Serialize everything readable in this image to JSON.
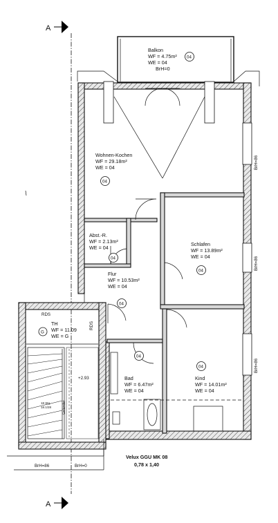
{
  "section_marker": {
    "letter": "A"
  },
  "rooms": [
    {
      "id": "balkon",
      "name": "Balkon",
      "wf": "WF = 4.75m²",
      "we": "WE = 04",
      "extra": "BrH=0",
      "tag": "04"
    },
    {
      "id": "wohnen",
      "name": "Wohnen-Kochen",
      "wf": "WF = 29.18m²",
      "we": "WE = 04",
      "tag": "04"
    },
    {
      "id": "abst",
      "name": "Abst.-R.",
      "wf": "WF = 2.13m²",
      "we": "WE = 04",
      "tag": "04"
    },
    {
      "id": "schlafen",
      "name": "Schlafen",
      "wf": "WF = 13.89m²",
      "we": "WE = 04",
      "tag": "04"
    },
    {
      "id": "flur",
      "name": "Flur",
      "wf": "WF = 10.53m²",
      "we": "WE = 04",
      "tag": "04"
    },
    {
      "id": "th",
      "name": "TH",
      "wf": "WF = 11.09",
      "we": "WE = G",
      "tag": "G"
    },
    {
      "id": "bad",
      "name": "Bad",
      "wf": "WF = 6.47m²",
      "we": "WE = 04",
      "tag": "04"
    },
    {
      "id": "kind",
      "name": "Kind",
      "wf": "WF = 14.01m²",
      "we": "WE = 04",
      "tag": "04"
    }
  ],
  "annotations": {
    "brh_wohnen": "BrH=86",
    "brh_schlafen": "BrH=86",
    "brh_kind": "BrH=86",
    "brh_bottom_left": "BrH=86",
    "brh_bottom_mid": "BrH=0",
    "rds_top": "RDS",
    "rds_side": "RDS",
    "level": "+2.93",
    "gelaender": "Geländer",
    "stair_steps": "18 Stg.",
    "stair_dims": "18.1/28"
  },
  "velux": {
    "line1": "Velux GGU MK 08",
    "line2": "0,78 x 1,40"
  }
}
